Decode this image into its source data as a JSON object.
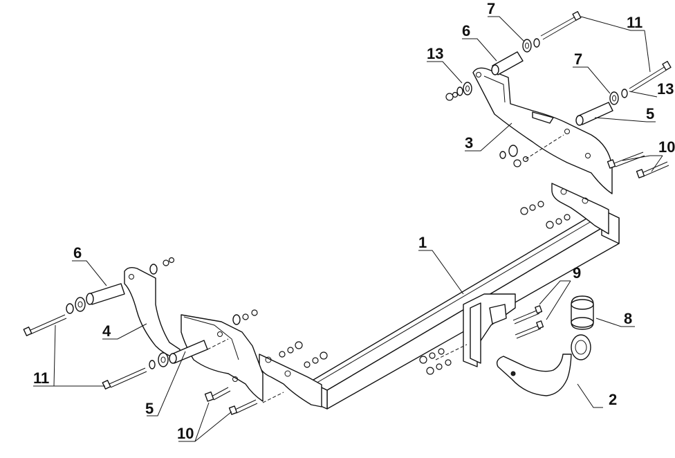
{
  "labels": {
    "l1": "1",
    "l2": "2",
    "l3": "3",
    "l4": "4",
    "l5a": "5",
    "l5b": "5",
    "l6a": "6",
    "l6b": "6",
    "l7a": "7",
    "l7b": "7",
    "l8": "8",
    "l9": "9",
    "l10a": "10",
    "l10b": "10",
    "l11a": "11",
    "l11b": "11",
    "l13a": "13",
    "l13b": "13"
  }
}
